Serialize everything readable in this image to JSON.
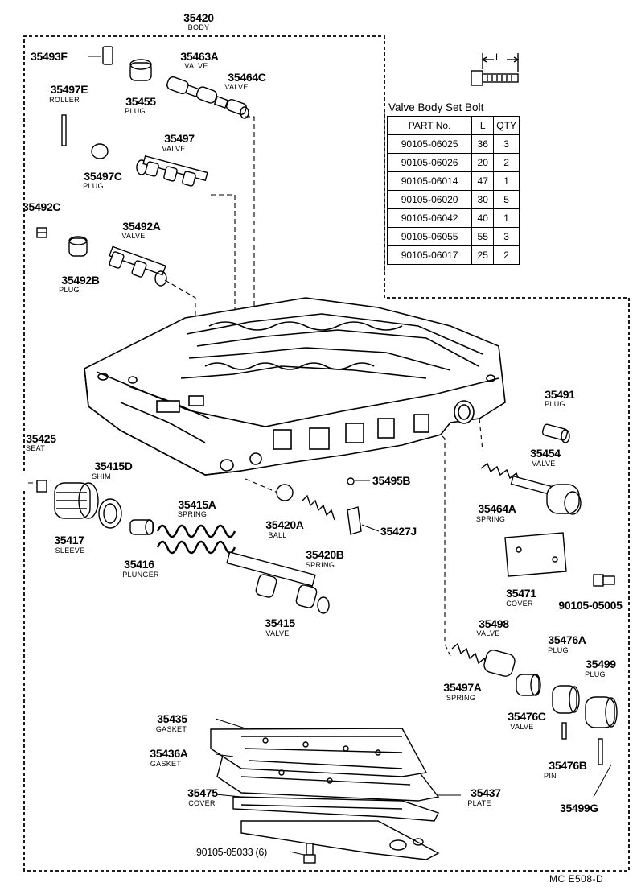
{
  "diagram": {
    "footer_code": "MC  E508-D",
    "bolt_length_symbol": "L",
    "bolt_table": {
      "title": "Valve Body Set Bolt",
      "headers": [
        "PART No.",
        "L",
        "QTY"
      ],
      "rows": [
        [
          "90105-06025",
          "36",
          "3"
        ],
        [
          "90105-06026",
          "20",
          "2"
        ],
        [
          "90105-06014",
          "47",
          "1"
        ],
        [
          "90105-06020",
          "30",
          "5"
        ],
        [
          "90105-06042",
          "40",
          "1"
        ],
        [
          "90105-06055",
          "55",
          "3"
        ],
        [
          "90105-06017",
          "25",
          "2"
        ]
      ]
    },
    "parts": {
      "p35420": {
        "num": "35420",
        "name": "BODY"
      },
      "p35493F": {
        "num": "35493F"
      },
      "p35463A": {
        "num": "35463A",
        "name": "VALVE"
      },
      "p35464C": {
        "num": "35464C",
        "name": "VALVE"
      },
      "p35497E": {
        "num": "35497E",
        "name": "ROLLER"
      },
      "p35455": {
        "num": "35455",
        "name": "PLUG"
      },
      "p35497": {
        "num": "35497",
        "name": "VALVE"
      },
      "p35497C": {
        "num": "35497C",
        "name": "PLUG"
      },
      "p35492C": {
        "num": "35492C"
      },
      "p35492A": {
        "num": "35492A",
        "name": "VALVE"
      },
      "p35492B": {
        "num": "35492B",
        "name": "PLUG"
      },
      "p35491": {
        "num": "35491",
        "name": "PLUG"
      },
      "p35454": {
        "num": "35454",
        "name": "VALVE"
      },
      "p35425": {
        "num": "35425",
        "name": "SEAT"
      },
      "p35415D": {
        "num": "35415D",
        "name": "SHIM"
      },
      "p35495B": {
        "num": "35495B"
      },
      "p35415A": {
        "num": "35415A",
        "name": "SPRING"
      },
      "p35420A": {
        "num": "35420A",
        "name": "BALL"
      },
      "p35427J": {
        "num": "35427J"
      },
      "p35464A": {
        "num": "35464A",
        "name": "SPRING"
      },
      "p35417": {
        "num": "35417",
        "name": "SLEEVE"
      },
      "p35420B": {
        "num": "35420B",
        "name": "SPRING"
      },
      "p35416": {
        "num": "35416",
        "name": "PLUNGER"
      },
      "p35471": {
        "num": "35471",
        "name": "COVER"
      },
      "p90105_05005": {
        "num": "90105-05005"
      },
      "p35415": {
        "num": "35415",
        "name": "VALVE"
      },
      "p35498": {
        "num": "35498",
        "name": "VALVE"
      },
      "p35476A": {
        "num": "35476A",
        "name": "PLUG"
      },
      "p35499": {
        "num": "35499",
        "name": "PLUG"
      },
      "p35497A": {
        "num": "35497A",
        "name": "SPRING"
      },
      "p35476C": {
        "num": "35476C",
        "name": "VALVE"
      },
      "p35435": {
        "num": "35435",
        "name": "GASKET"
      },
      "p35436A": {
        "num": "35436A",
        "name": "GASKET"
      },
      "p35476B": {
        "num": "35476B",
        "name": "PIN"
      },
      "p35475": {
        "num": "35475",
        "name": "COVER"
      },
      "p35437": {
        "num": "35437",
        "name": "PLATE"
      },
      "p35499G": {
        "num": "35499G"
      },
      "p90105_05033": {
        "num": "90105-05033 (6)"
      }
    }
  }
}
